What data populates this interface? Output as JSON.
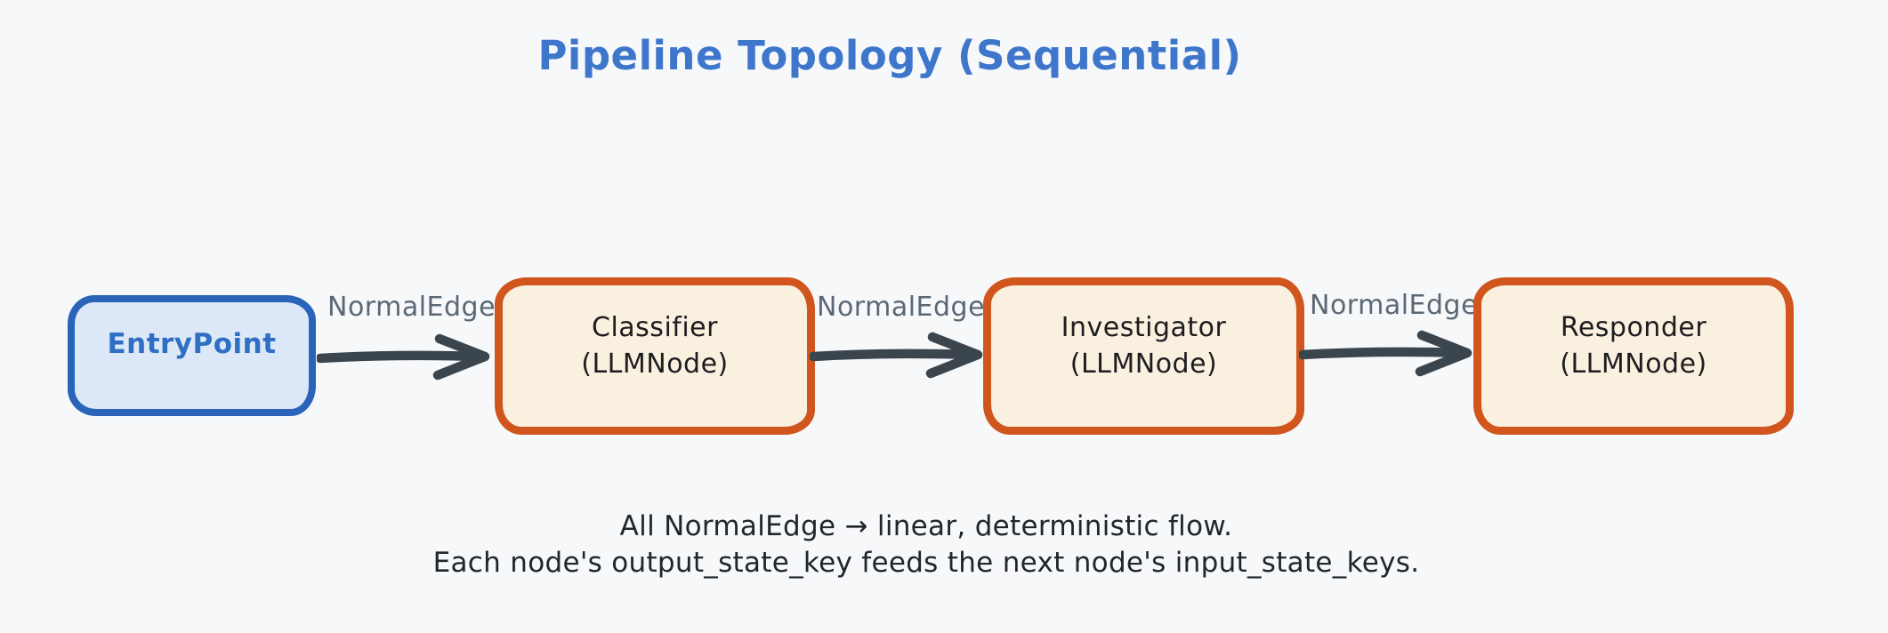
{
  "title": "Pipeline Topology (Sequential)",
  "colors": {
    "canvas-bg": "#f6f8fa",
    "title-text": "#3e76cb",
    "entry-border": "#2a64ba",
    "entry-fill": "#dce8f8",
    "entry-text": "#2e6fc4",
    "llm-border": "#d0561d",
    "llm-fill": "#faf0df",
    "node-text": "#1d1d20",
    "edge-label": "#5a6875",
    "arrow-stroke": "#3b454e",
    "caption-text": "#22262b"
  },
  "nodes": [
    {
      "id": "entrypoint",
      "label": "EntryPoint",
      "sublabel": "",
      "type": "entry"
    },
    {
      "id": "classifier",
      "label": "Classifier",
      "sublabel": "(LLMNode)",
      "type": "llm"
    },
    {
      "id": "investigator",
      "label": "Investigator",
      "sublabel": "(LLMNode)",
      "type": "llm"
    },
    {
      "id": "responder",
      "label": "Responder",
      "sublabel": "(LLMNode)",
      "type": "llm"
    }
  ],
  "edges": [
    {
      "from": "EntryPoint",
      "to": "Classifier",
      "label": "NormalEdge"
    },
    {
      "from": "Classifier",
      "to": "Investigator",
      "label": "NormalEdge"
    },
    {
      "from": "Investigator",
      "to": "Responder",
      "label": "NormalEdge"
    }
  ],
  "caption": {
    "line1": "All NormalEdge → linear, deterministic flow.",
    "line2": "Each node's output_state_key feeds the next node's input_state_keys."
  }
}
